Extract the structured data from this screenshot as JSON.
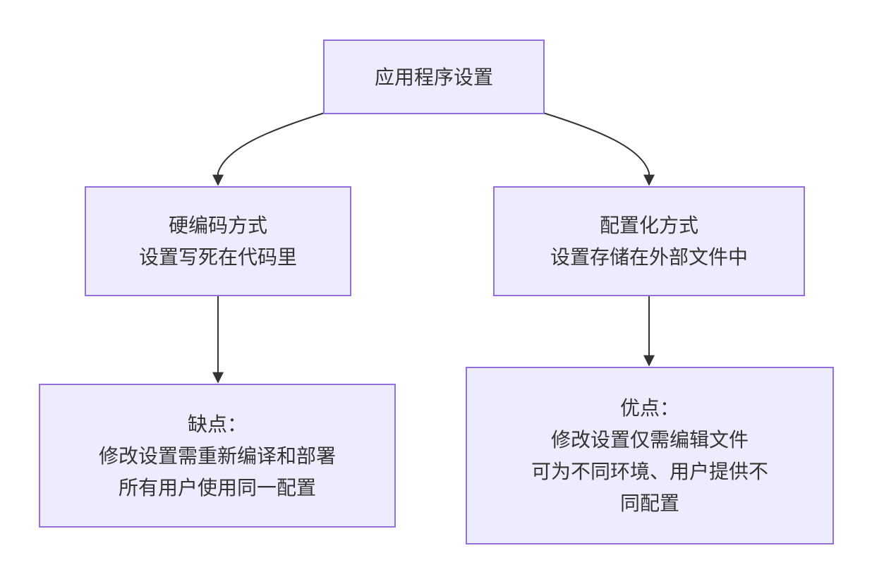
{
  "colors": {
    "node_fill": "#ececfe",
    "node_border": "#9370db",
    "edge": "#333333",
    "text": "#333333"
  },
  "nodes": {
    "root": {
      "label": "应用程序设置"
    },
    "hardcode": {
      "label": "硬编码方式\n设置写死在代码里"
    },
    "config": {
      "label": "配置化方式\n设置存储在外部文件中"
    },
    "cons": {
      "label": "缺点：\n修改设置需重新编译和部署\n所有用户使用同一配置"
    },
    "pros": {
      "label": "优点：\n修改设置仅需编辑文件\n可为不同环境、用户提供不\n同配置"
    }
  },
  "edges": [
    {
      "from": "root",
      "to": "hardcode"
    },
    {
      "from": "root",
      "to": "config"
    },
    {
      "from": "hardcode",
      "to": "cons"
    },
    {
      "from": "config",
      "to": "pros"
    }
  ]
}
